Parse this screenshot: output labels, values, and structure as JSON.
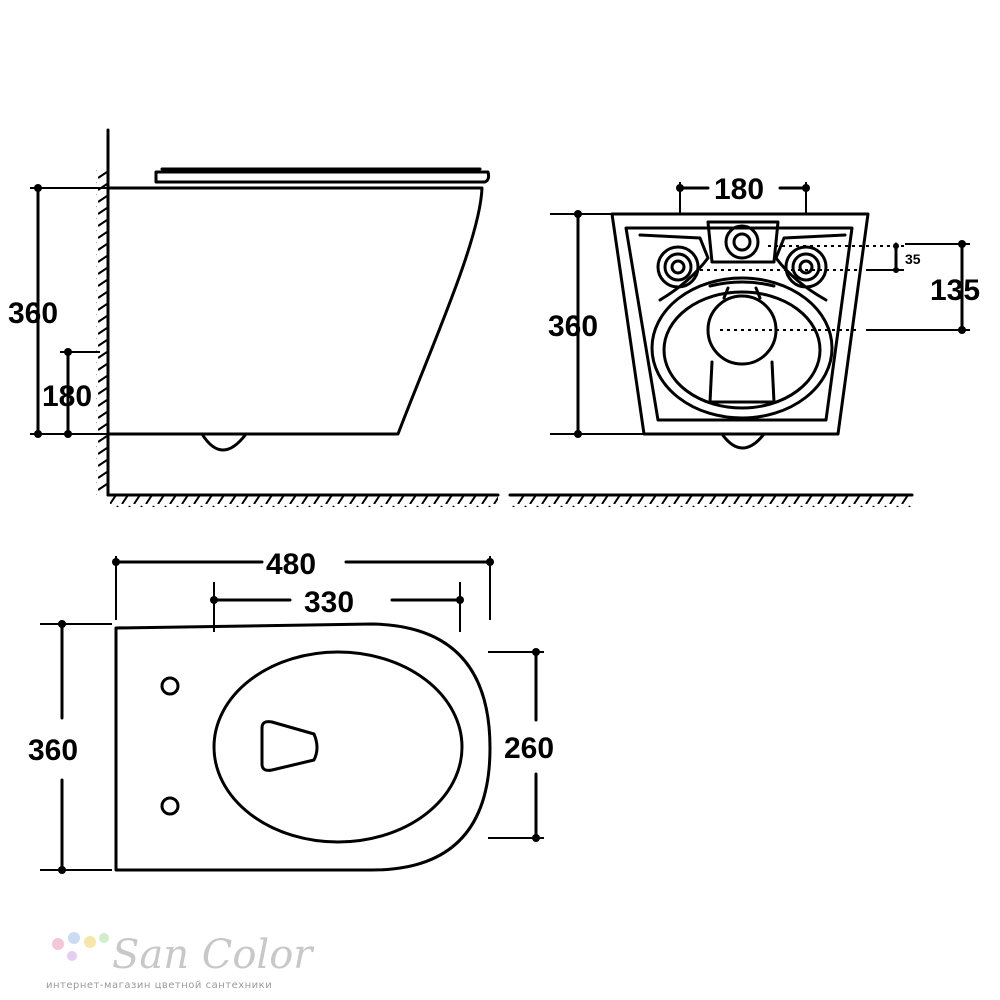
{
  "side_view": {
    "height_total": "360",
    "height_mount": "180"
  },
  "front_view": {
    "width_top": "180",
    "offset_small": "35",
    "offset_large": "135",
    "height_total": "360"
  },
  "top_view": {
    "length_total": "480",
    "length_inner": "330",
    "width_total": "360",
    "width_inner": "260"
  },
  "watermark": {
    "brand": "San Color",
    "tagline": "интернет-магазин цветной сантехники",
    "dot_colors": [
      "#f4c6d8",
      "#c9dcf4",
      "#f6e6a8",
      "#cfeec9",
      "#e6cdf4"
    ]
  }
}
